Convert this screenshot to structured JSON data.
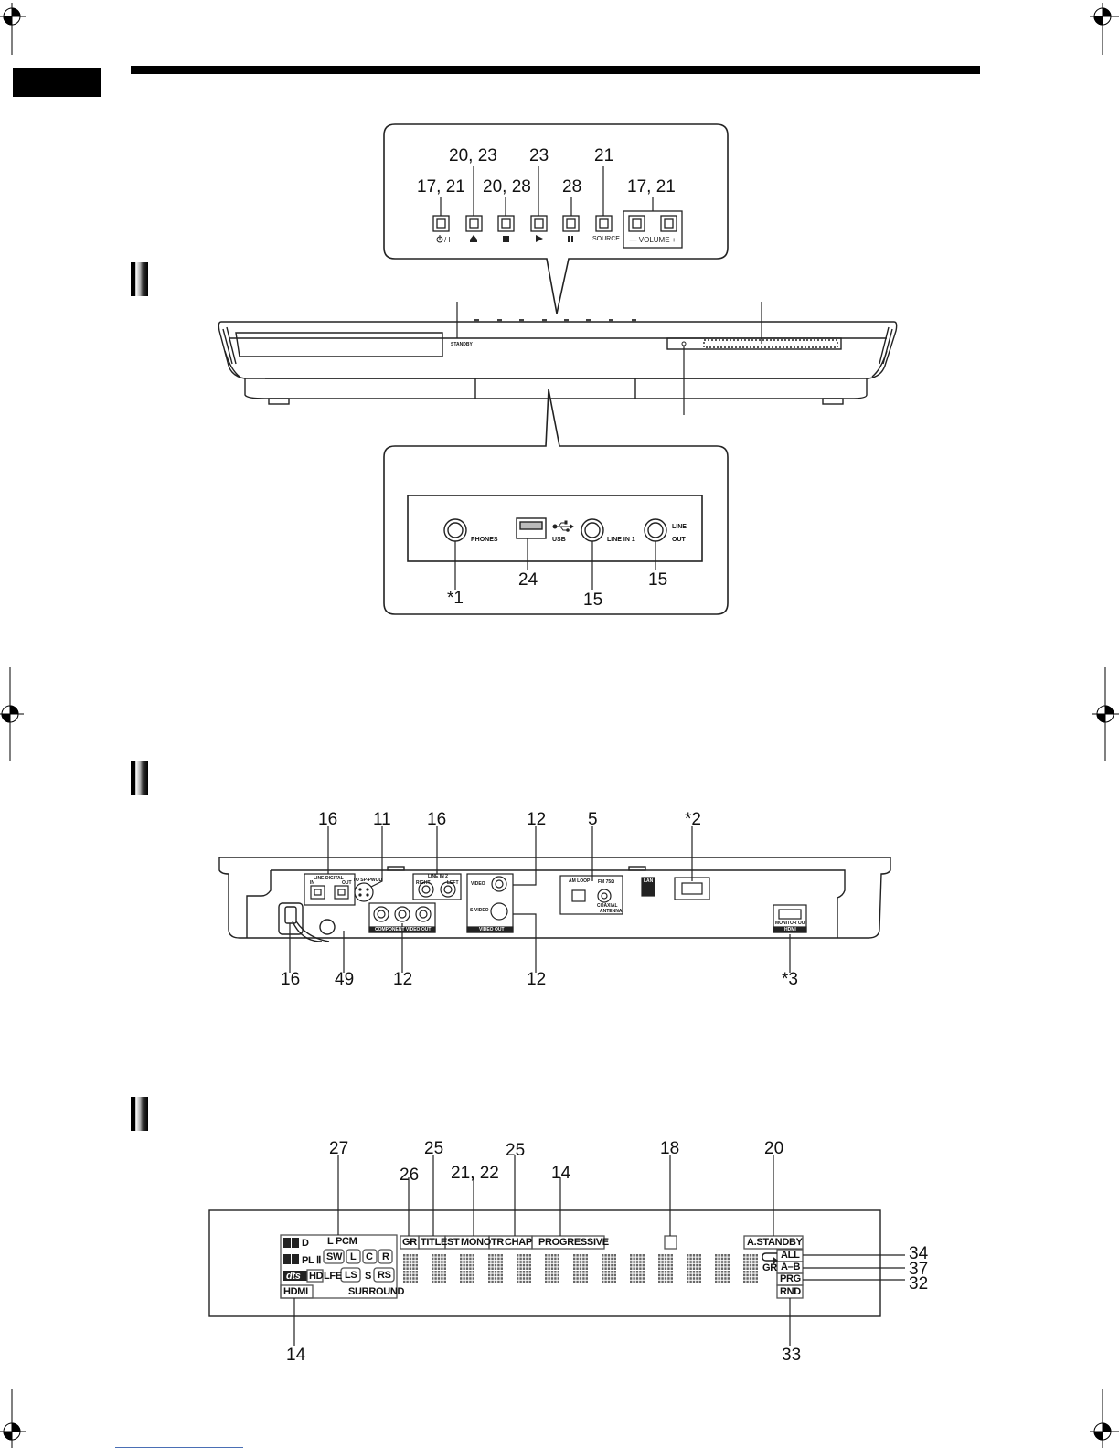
{
  "front_panel": {
    "callouts": {
      "power": "17, 21",
      "eject": "20, 23",
      "stop": "20, 28",
      "play": "23",
      "pause": "28",
      "source": "21",
      "volume": "17, 21"
    },
    "button_labels": {
      "source": "SOURCE",
      "volume": "VOLUME"
    },
    "standby_label": "STANDBY",
    "jacks": {
      "phones_label": "PHONES",
      "usb_label": "USB",
      "line_in_label": "LINE IN 1",
      "line_out_label_1": "LINE",
      "line_out_label_2": "OUT"
    },
    "jack_callouts": {
      "phones": "*1",
      "usb": "24",
      "line_in": "15",
      "line_out": "15"
    }
  },
  "rear_panel": {
    "top_callouts": [
      "16",
      "11",
      "16",
      "12",
      "5",
      "*2"
    ],
    "bottom_callouts": [
      "16",
      "49",
      "12",
      "12",
      "*3"
    ],
    "labels": {
      "line_digital": "LINE-DIGITAL",
      "digital_in": "IN",
      "digital_out": "OUT",
      "to_sp_pwod": "TO SP-PWOD",
      "line_in_2": "LINE IN 2",
      "right": "RIGHT",
      "left": "LEFT",
      "component_video_out": "COMPONENT VIDEO OUT",
      "video": "VIDEO",
      "s_video": "S-VIDEO",
      "video_out": "VIDEO OUT",
      "am_loop": "AM LOOP",
      "fm_75": "FM 75Ω",
      "coaxial": "COAXIAL",
      "antenna": "ANTENNA",
      "lan": "LAN",
      "monitor_out": "MONITOR OUT",
      "hdmi": "HDMI"
    }
  },
  "display_window": {
    "top_callouts": {
      "c27": "27",
      "c25a": "25",
      "c26": "26",
      "c2122": "21, 22",
      "c25b": "25",
      "c14": "14",
      "c18": "18",
      "c20": "20"
    },
    "right_callouts": {
      "c34": "34",
      "c37": "37",
      "c32": "32"
    },
    "bottom_callouts": {
      "c14": "14",
      "c33": "33"
    },
    "indicators": {
      "d": "D",
      "lpcm": "L PCM",
      "pl2": "PL Ⅱ",
      "sw": "SW",
      "l": "L",
      "c": "C",
      "r": "R",
      "dts": "dts",
      "hd": "HD",
      "lfe": "LFE",
      "ls": "LS",
      "s": "S",
      "rs": "RS",
      "hdmi": "HDMI",
      "surround": "SURROUND",
      "gr": "GR",
      "title": "TITLE",
      "st": "ST",
      "mono": "MONO",
      "tr": "TR",
      "chap": "CHAP",
      "progressive": "PROGRESSIVE",
      "a_standby": "A.STANDBY",
      "all": "ALL",
      "gr2": "GR",
      "ab": "A–B",
      "prg": "PRG",
      "rnd": "RND"
    }
  }
}
